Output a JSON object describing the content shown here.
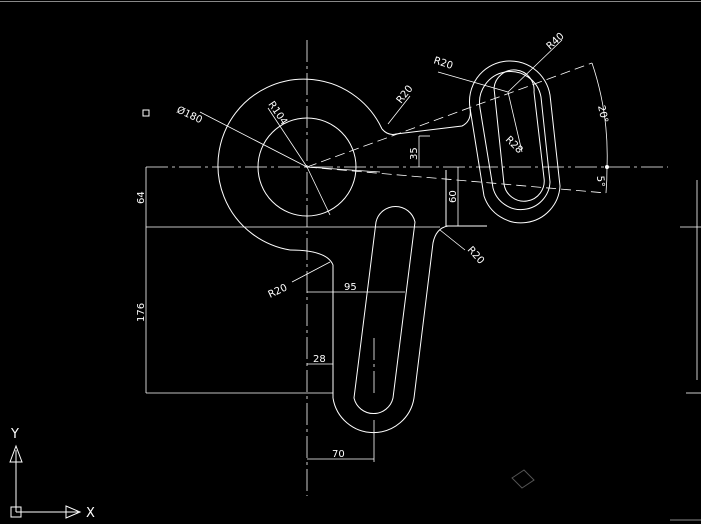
{
  "colors": {
    "background": "#000000",
    "lines": "#ffffff"
  },
  "dimensions": {
    "d180": "Ø180",
    "r104": "R104",
    "r20_top": "R20",
    "r20_slot": "R20",
    "r40": "R40",
    "r28": "R28",
    "r20_right": "R20",
    "r20_left": "R20",
    "d35": "35",
    "d60": "60",
    "a20": "20°",
    "a5": "5°",
    "d64": "64",
    "d176": "176",
    "d95": "95",
    "d28": "28",
    "d70": "70"
  },
  "ucs": {
    "x_label": "X",
    "y_label": "Y"
  }
}
